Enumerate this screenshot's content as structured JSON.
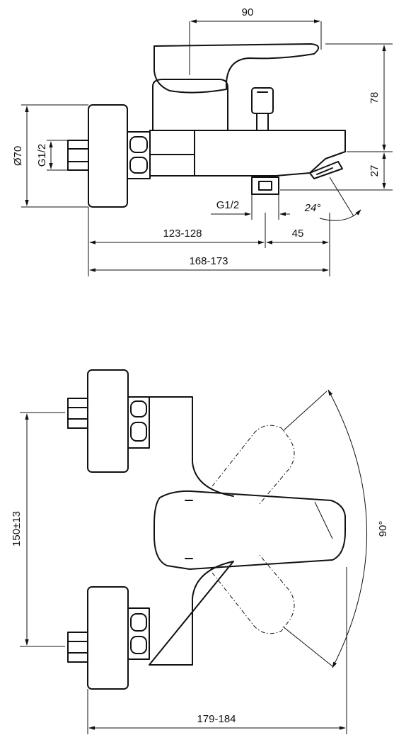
{
  "side_view": {
    "dims": {
      "width_top": "90",
      "lever_height": "78",
      "spout_height": "27",
      "diameter": "Ø70",
      "thread_inlet": "G1/2",
      "thread_outlet": "G1/2",
      "angle": "24°",
      "inlet_to_outlet": "123-128",
      "outlet_to_spout": "45",
      "total_depth": "168-173"
    }
  },
  "front_view": {
    "dims": {
      "center_distance": "150±13",
      "rotation": "90°",
      "total_depth": "179-184"
    }
  }
}
